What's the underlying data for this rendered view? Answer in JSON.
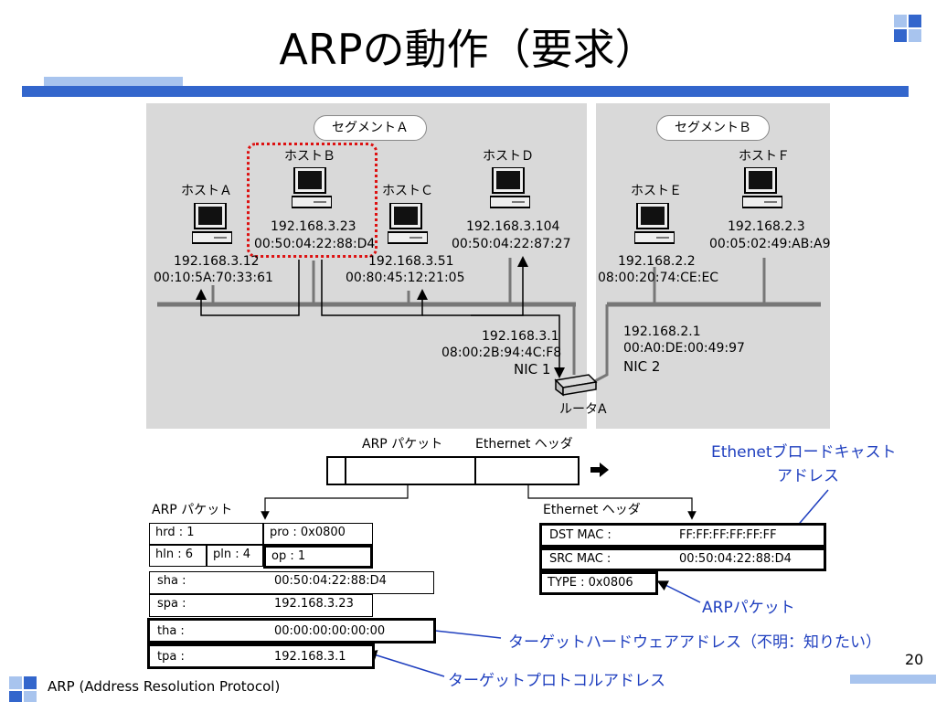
{
  "slide": {
    "title": "ARPの動作（要求）",
    "page_number": "20",
    "footer": "ARP (Address Resolution Protocol)"
  },
  "colors": {
    "accent": "#3366cc",
    "accent_light": "#a8c4ee",
    "highlight": "#cc2222",
    "annotation": "#1f3fbf"
  },
  "segment_a": {
    "label": "セグメントＡ",
    "hosts": [
      {
        "name": "ホストＡ",
        "ip": "192.168.3.12",
        "mac": "00:10:5A:70:33:61"
      },
      {
        "name": "ホストＢ",
        "ip": "192.168.3.23",
        "mac": "00:50:04:22:88:D4"
      },
      {
        "name": "ホストＣ",
        "ip": "192.168.3.51",
        "mac": "00:80:45:12:21:05"
      },
      {
        "name": "ホストＤ",
        "ip": "192.168.3.104",
        "mac": "00:50:04:22:87:27"
      }
    ]
  },
  "segment_b": {
    "label": "セグメントＢ",
    "hosts": [
      {
        "name": "ホストＥ",
        "ip": "192.168.2.2",
        "mac": "08:00:20:74:CE:EC"
      },
      {
        "name": "ホストＦ",
        "ip": "192.168.2.3",
        "mac": "00:05:02:49:AB:A9"
      }
    ]
  },
  "router": {
    "name": "ルータA",
    "nic1": {
      "ip": "192.168.3.1",
      "mac": "08:00:2B:94:4C:F8",
      "label": "NIC 1"
    },
    "nic2": {
      "ip": "192.168.2.1",
      "mac": "00:A0:DE:00:49:97",
      "label": "NIC 2"
    }
  },
  "frame": {
    "arp_label": "ARP パケット",
    "eth_label": "Ethernet ヘッダ"
  },
  "arp_packet": {
    "title": "ARP パケット",
    "hrd": "hrd :    1",
    "pro": "pro : 0x0800",
    "hln": "hln : 6",
    "pln": "pln : 4",
    "op": "op : 1",
    "rows": [
      {
        "field": "sha :",
        "value": "00:50:04:22:88:D4"
      },
      {
        "field": "spa :",
        "value": "192.168.3.23"
      },
      {
        "field": "tha :",
        "value": "00:00:00:00:00:00"
      },
      {
        "field": "tpa :",
        "value": "192.168.3.1"
      }
    ]
  },
  "eth_header": {
    "title": "Ethernet ヘッダ",
    "dst_label": "DST MAC :",
    "dst_value": "FF:FF:FF:FF:FF:FF",
    "src_label": "SRC MAC :",
    "src_value": "00:50:04:22:88:D4",
    "type": "TYPE : 0x0806"
  },
  "annotations": {
    "broadcast_line1": "Ethenetブロードキャスト",
    "broadcast_line2": "アドレス",
    "arp_packet": "ARPパケット",
    "target_hw": "ターゲットハードウェアアドレス（不明：知りたい）",
    "target_proto": "ターゲットプロトコルアドレス"
  }
}
